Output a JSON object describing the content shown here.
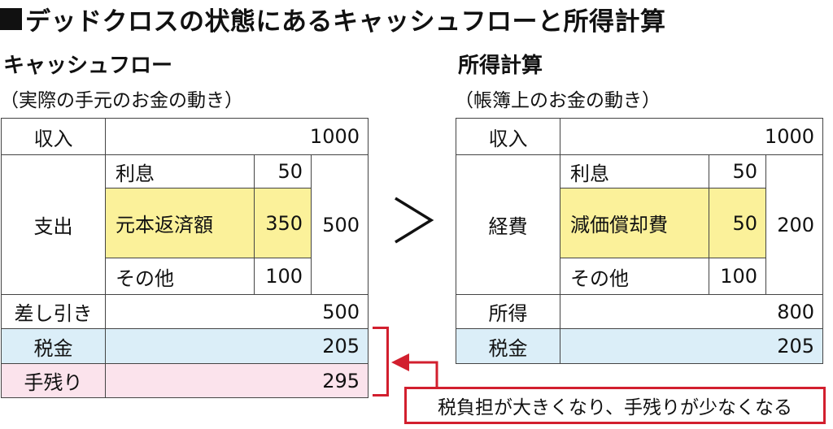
{
  "title": "デッドクロスの状態にあるキャッシュフローと所得計算",
  "left": {
    "header": "キャッシュフロー",
    "subheader": "（実際の手元のお金の動き）",
    "rows": {
      "income_label": "収入",
      "income_value": "1000",
      "expense_label": "支出",
      "interest_label": "利息",
      "interest_value": "50",
      "principal_label": "元本返済額",
      "principal_value": "350",
      "other_label": "その他",
      "other_value": "100",
      "expense_total": "500",
      "diff_label": "差し引き",
      "diff_value": "500",
      "tax_label": "税金",
      "tax_value": "205",
      "net_label": "手残り",
      "net_value": "295"
    }
  },
  "comparison_symbol": ">",
  "right": {
    "header": "所得計算",
    "subheader": "（帳簿上のお金の動き）",
    "rows": {
      "income_label": "収入",
      "income_value": "1000",
      "expense_label": "経費",
      "interest_label": "利息",
      "interest_value": "50",
      "depreciation_label": "減価償却費",
      "depreciation_value": "50",
      "other_label": "その他",
      "other_value": "100",
      "expense_total": "200",
      "income_calc_label": "所得",
      "income_calc_value": "800",
      "tax_label": "税金",
      "tax_value": "205"
    }
  },
  "note": "税負担が大きくなり、手残りが少なくなる",
  "colors": {
    "highlight": "#fbf19a",
    "tax": "#dbeef8",
    "net": "#fbe3ec",
    "accent": "#d21f2e"
  }
}
